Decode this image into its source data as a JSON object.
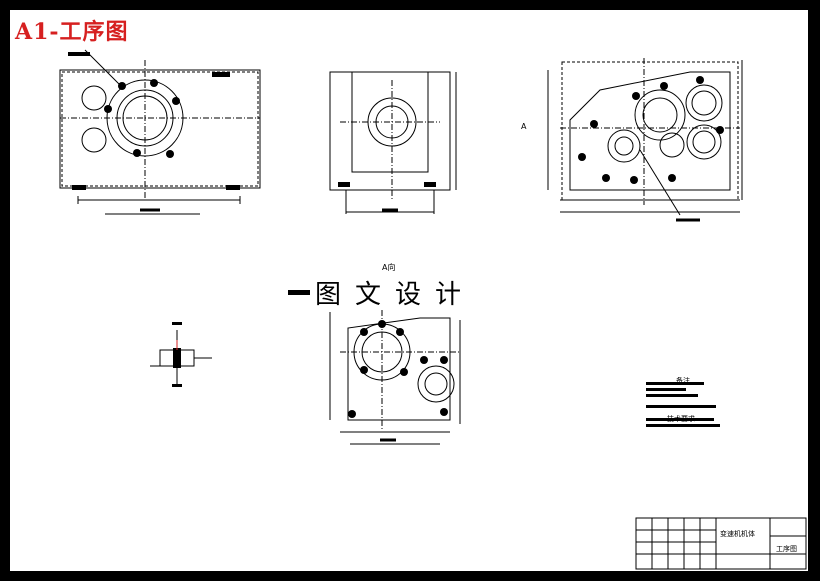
{
  "header": {
    "title": "A1-工序图"
  },
  "watermark": {
    "text": "图文设计"
  },
  "labels": {
    "section_view": "A向",
    "side_marker": "A"
  },
  "notes": {
    "title": "备注",
    "requirements_title": "技术要求"
  },
  "title_block": {
    "part_name": "变速机机体",
    "drawing_name": "工序图"
  },
  "colors": {
    "title_red": "#d62020",
    "line": "#000000",
    "frame_bg": "#000000",
    "sheet_bg": "#ffffff"
  }
}
